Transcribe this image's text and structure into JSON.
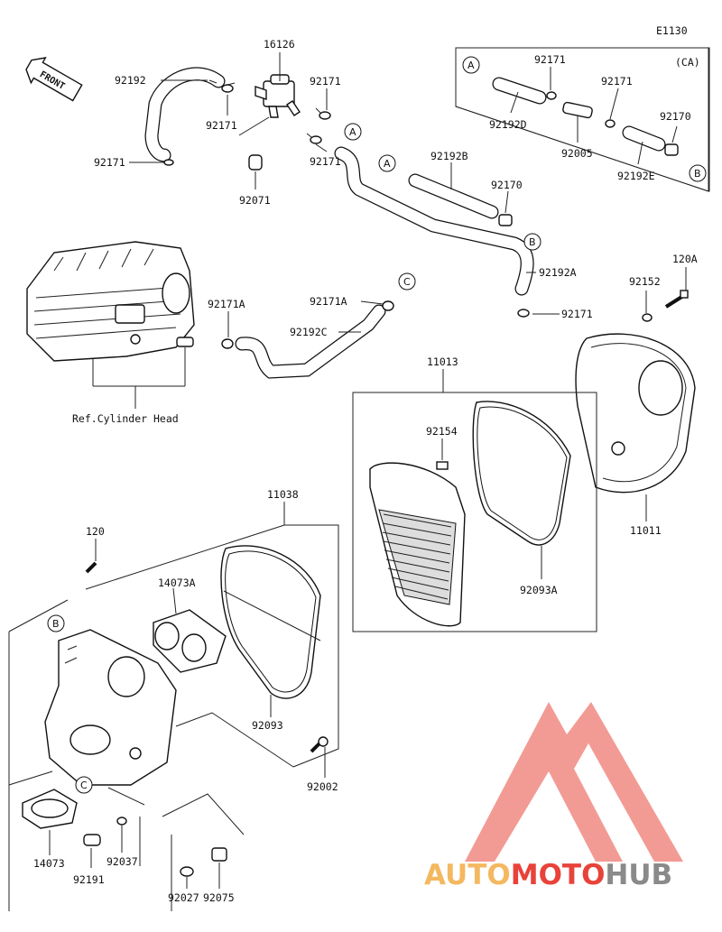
{
  "diagram_code": "E1130",
  "front_label": "FRONT",
  "variant_label": "(CA)",
  "ref_label": "Ref.Cylinder Head",
  "callouts": {
    "c16126": "16126",
    "c92192": "92192",
    "c92171_a": "92171",
    "c92171_b": "92171",
    "c92171_c": "92171",
    "c92171_d": "92171",
    "c92071": "92071",
    "c92171_ca1": "92171",
    "c92171_ca2": "92171",
    "c92192D": "92192D",
    "c92005": "92005",
    "c92170_ca": "92170",
    "c92192E": "92192E",
    "c92192B": "92192B",
    "c92170": "92170",
    "c92192A": "92192A",
    "c92171_e": "92171",
    "c92171A_1": "92171A",
    "c92171A_2": "92171A",
    "c92192C": "92192C",
    "c92152": "92152",
    "c120A": "120A",
    "c11013": "11013",
    "c92154": "92154",
    "c92093A": "92093A",
    "c11011": "11011",
    "c11038": "11038",
    "c120": "120",
    "c14073A": "14073A",
    "c92093": "92093",
    "c92002": "92002",
    "c14073": "14073",
    "c92037": "92037",
    "c92191": "92191",
    "c92027": "92027",
    "c92075": "92075"
  },
  "refs": {
    "A1": "A",
    "A2": "A",
    "A3": "A",
    "B1": "B",
    "B2": "B",
    "B3": "B",
    "C1": "C",
    "C2": "C"
  },
  "watermark": {
    "part1": "AUTO",
    "part2": "MOTO",
    "part3": "HUB",
    "color_light": "#f4b860",
    "color_red": "#e8433a",
    "color_gray": "#8a8a8a",
    "logo_color": "#f08a82"
  }
}
